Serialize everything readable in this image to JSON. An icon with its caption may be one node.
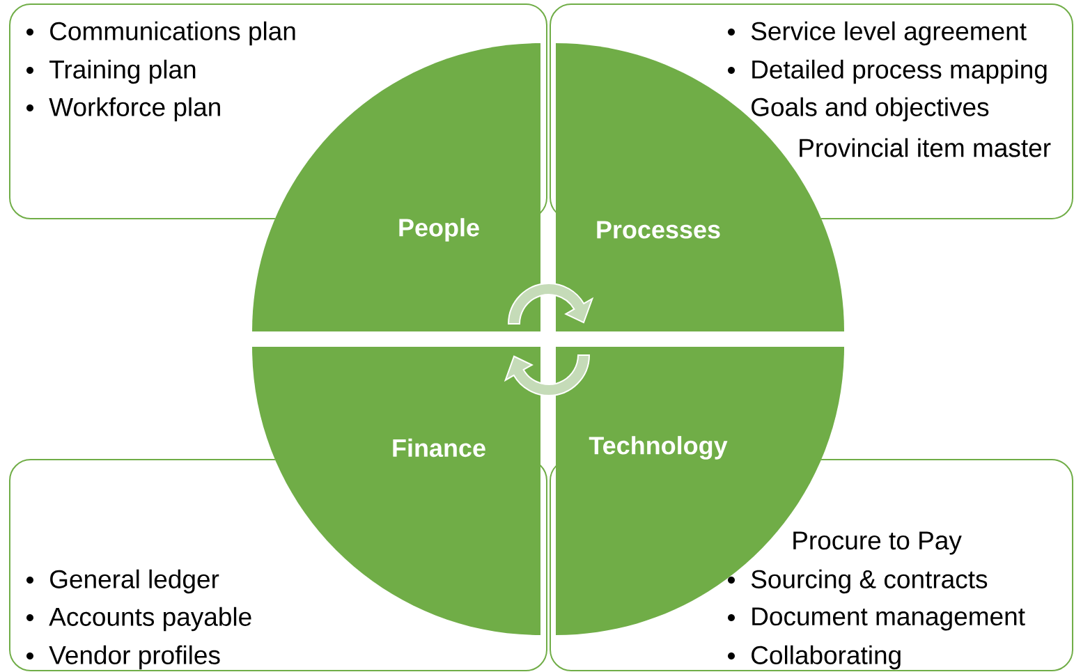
{
  "diagram": {
    "nodes": [
      {
        "text": [
          "Communications plan",
          "Training plan",
          "Workforce plan"
        ]
      },
      {
        "text": [
          "Service level agreement",
          "Detailed process mapping",
          "Goals and objectives",
          "Provincial item master"
        ]
      },
      {
        "text": [
          "People"
        ]
      },
      {
        "text": [
          "Processes"
        ]
      },
      {
        "text": [
          "Finance"
        ]
      },
      {
        "text": [
          "Technology"
        ]
      },
      {
        "text": [
          "General ledger",
          "Accounts payable",
          "Vendor profiles"
        ]
      },
      {
        "text": [
          "Procure to Pay",
          "Sourcing & contracts",
          "Document management",
          "Collaborating"
        ]
      }
    ],
    "edges": [
      {
        "from": 2,
        "to": 3,
        "arrow": "to"
      },
      {
        "from": 5,
        "to": 4,
        "arrow": "to"
      }
    ]
  }
}
